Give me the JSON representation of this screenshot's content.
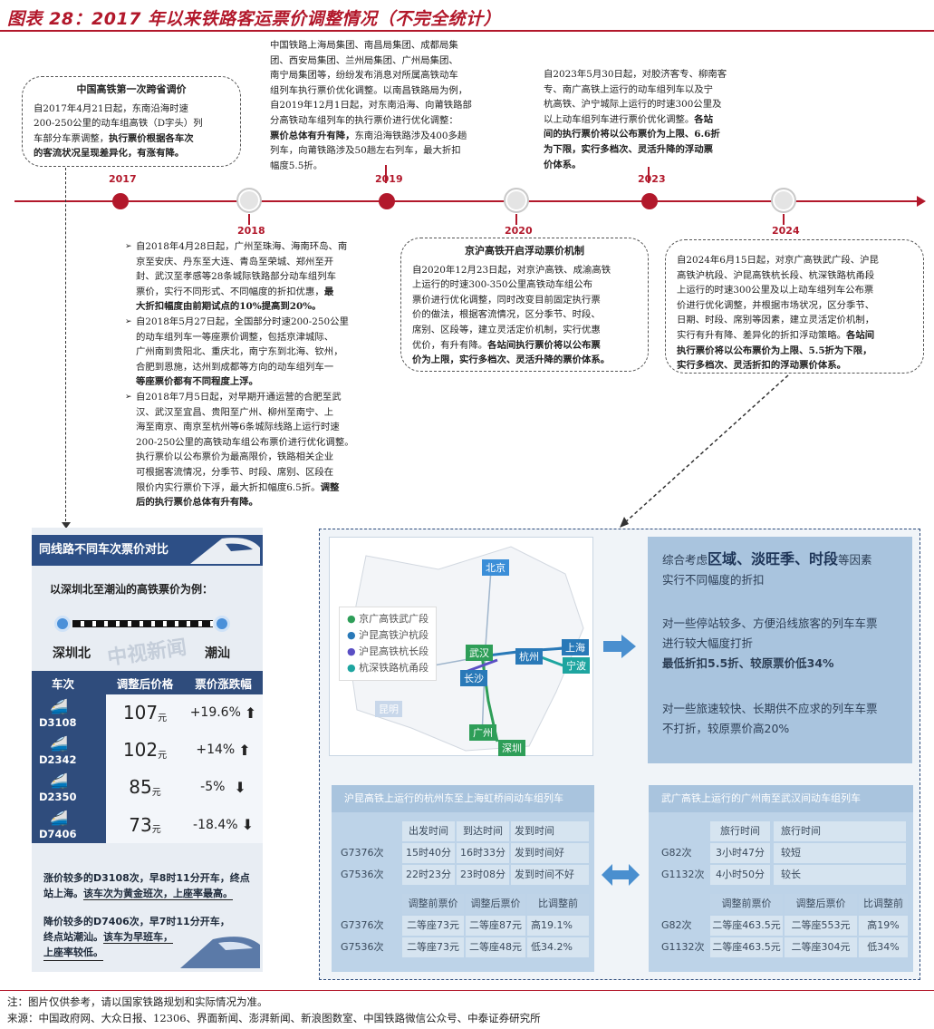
{
  "title": "图表 28：2017 年以来铁路客运票价调整情况（不完全统计）",
  "timeline": {
    "years_top": [
      "2017",
      "2019",
      "2023"
    ],
    "years_bottom": [
      "2018",
      "2020",
      "2024"
    ]
  },
  "box2017": {
    "heading": "中国高铁第一次跨省调价",
    "lines": [
      "自2017年4月21日起，东南沿海时速",
      "200-250公里的动车组高铁（D字头）列",
      "车部分车票调整，"
    ],
    "bold_tail": "执行票价根据各车次",
    "bold_lines": [
      "的客流状况呈现差异化，有涨有降。"
    ]
  },
  "box2019": {
    "lines": [
      "中国铁路上海局集团、南昌局集团、成都局集",
      "团、西安局集团、兰州局集团、广州局集团、",
      "南宁局集团等，纷纷发布消息对所属高铁动车",
      "组列车执行票价优化调整。以南昌铁路局为例，",
      "自2019年12月1日起，对东南沿海、向莆铁路部",
      "分高铁动车组列车的执行票价进行优化调整："
    ],
    "bold": "票价总体有升有降，",
    "lines2": [
      "东南沿海铁路涉及400多趟",
      "列车，向莆铁路涉及50趟左右列车，最大折扣",
      "幅度5.5折。"
    ]
  },
  "box2023": {
    "lines": [
      "自2023年5月30日起，对胶济客专、柳南客",
      "专、南广高铁上运行的动车组列车以及宁",
      "杭高铁、沪宁城际上运行的时速300公里及",
      "以上动车组列车进行票价优化调整。"
    ],
    "bold_lines": [
      "各站",
      "间的执行票价将以公布票价为上限、6.6折",
      "为下限，实行多档次、灵活升降的浮动票",
      "价体系。"
    ]
  },
  "box2018": {
    "p1": [
      "自2018年4月28日起，广州至珠海、海南环岛、南",
      "京至安庆、丹东至大连、青岛至荣城、郑州至开",
      "封、武汉至孝感等28条城际铁路部分动车组列车",
      "票价，实行不同形式、不同幅度的折扣优惠，"
    ],
    "p1_bold": [
      "最",
      "大折扣幅度由前期试点的10%提高到20%。"
    ],
    "p2": [
      "自2018年5月27日起，全国部分时速200-250公里",
      "的动车组列车一等座票价调整，包括京津城际、",
      "广州南到贵阳北、重庆北，南宁东到北海、钦州，",
      "合肥到恩施，达州到成都等方向的动车组列车一"
    ],
    "p2_bold": "等座票价都有不同程度上浮。",
    "p3": [
      "自2018年7月5日起，对早期开通运营的合肥至武",
      "汉、武汉至宜昌、贵阳至广州、柳州至南宁、上",
      "海至南京、南京至杭州等6条城际线路上运行时速",
      "200-250公里的高铁动车组公布票价进行优化调整。",
      "执行票价以公布票价为最高限价，铁路相关企业",
      "可根据客流情况，分季节、时段、席别、区段在",
      "限价内实行票价下浮，最大折扣幅度6.5折。"
    ],
    "p3_bold": [
      "调整",
      "后的执行票价总体有升有降。"
    ]
  },
  "box2020": {
    "heading": "京沪高铁开启浮动票价机制",
    "lines": [
      "自2020年12月23日起，对京沪高铁、成渝高铁",
      "上运行的时速300-350公里高铁动车组公布",
      "票价进行优化调整，同时改变目前固定执行票",
      "价的做法，根据客流情况，区分季节、时段、",
      "席别、区段等，建立灵活定价机制，实行优惠",
      "优价，有升有降。"
    ],
    "bold": [
      "各站间执行票价将以公布票",
      "价为上限，实行多档次、灵活升降的票价体系。"
    ]
  },
  "box2024": {
    "lines": [
      "自2024年6月15日起，对京广高铁武广段、沪昆",
      "高铁沪杭段、沪昆高铁杭长段、杭深铁路杭甬段",
      "上运行的时速300公里及以上动车组列车公布票",
      "价进行优化调整，并根据市场状况，区分季节、",
      "日期、时段、席别等因素，建立灵活定价机制，",
      "实行有升有降、差异化的折扣浮动策略。"
    ],
    "bold": [
      "各站间",
      "执行票价将以公布票价为上限、5.5折为下限，",
      "实行多档次、灵活折扣的浮动票价体系。"
    ]
  },
  "left_panel": {
    "header": "同线路不同车次票价对比",
    "subtitle": "以深圳北至潮汕的高铁票价为例：",
    "from": "深圳北",
    "to": "潮汕",
    "watermark": "中视新闻",
    "columns": [
      "车次",
      "调整后价格",
      "票价涨跌幅"
    ],
    "rows": [
      {
        "train": "D3108",
        "price": "107",
        "unit": "元",
        "change": "+19.6%",
        "dir": "up"
      },
      {
        "train": "D2342",
        "price": "102",
        "unit": "元",
        "change": "+14%",
        "dir": "up"
      },
      {
        "train": "D2350",
        "price": "85",
        "unit": "元",
        "change": "-5%",
        "dir": "down"
      },
      {
        "train": "D7406",
        "price": "73",
        "unit": "元",
        "change": "-18.4%",
        "dir": "down"
      }
    ],
    "note1": "涨价较多的D3108次，早8时11分开车，终点站上海。该车次为黄金班次，上座率最高。",
    "note1_a": "涨价较多的D3108次，早8时11分开车，终点",
    "note1_b": "站上海。",
    "note1_c": "该车次为黄金班次，上座率最高。",
    "note2_a": "降价较多的D7406次，早7时11分开车，",
    "note2_b": "终点站潮汕。",
    "note2_c": "该车为早班车，",
    "note2_d": "上座率较低。"
  },
  "map": {
    "cities": [
      "北京",
      "武汉",
      "杭州",
      "上海",
      "宁波",
      "长沙",
      "广州",
      "深圳",
      "昆明"
    ],
    "legend": [
      "京广高铁武广段",
      "沪昆高铁沪杭段",
      "沪昆高铁杭长段",
      "杭深铁路杭甬段"
    ]
  },
  "summary": {
    "l1a": "综合考虑",
    "l1b": "区域、淡旺季、时段",
    "l1c": "等因素",
    "l2": "实行不同幅度的折扣",
    "l3": "对一些停站较多、方便沿线旅客的列车车票",
    "l4": "进行较大幅度打折",
    "l5": "最低折扣5.5折、较原票价低34%",
    "l6": "对一些旅速较快、长期供不应求的列车车票",
    "l7": "不打折，较原票价高20%"
  },
  "table_left": {
    "title": "沪昆高铁上运行的杭州东至上海虹桥间动车组列车",
    "h1": [
      "出发时间",
      "到达时间",
      "发到时间"
    ],
    "r1": [
      [
        "G7376次",
        "15时40分",
        "16时33分",
        "发到时间好"
      ],
      [
        "G7536次",
        "22时23分",
        "23时08分",
        "发到时间不好"
      ]
    ],
    "h2": [
      "调整前票价",
      "调整后票价",
      "比调整前"
    ],
    "r2": [
      [
        "G7376次",
        "二等座73元",
        "二等座87元",
        "高19.1%"
      ],
      [
        "G7536次",
        "二等座73元",
        "二等座48元",
        "低34.2%"
      ]
    ]
  },
  "table_right": {
    "title": "武广高铁上运行的广州南至武汉间动车组列车",
    "h1": [
      "旅行时间",
      "旅行时间"
    ],
    "r1": [
      [
        "G82次",
        "3小时47分",
        "较短"
      ],
      [
        "G1132次",
        "4小时50分",
        "较长"
      ]
    ],
    "h2": [
      "调整前票价",
      "调整后票价",
      "比调整前"
    ],
    "r2": [
      [
        "G82次",
        "二等座463.5元",
        "二等座553元",
        "高19%"
      ],
      [
        "G1132次",
        "二等座463.5元",
        "二等座304元",
        "低34%"
      ]
    ]
  },
  "footer": {
    "note": "注：图片仅供参考，请以国家铁路规划和实际情况为准。",
    "source": "来源：中国政府网、大众日报、12306、界面新闻、澎湃新闻、新浪图数室、中国铁路微信公众号、中泰证券研究所"
  },
  "colors": {
    "accent": "#b2182b",
    "navy": "#2d4f86"
  }
}
